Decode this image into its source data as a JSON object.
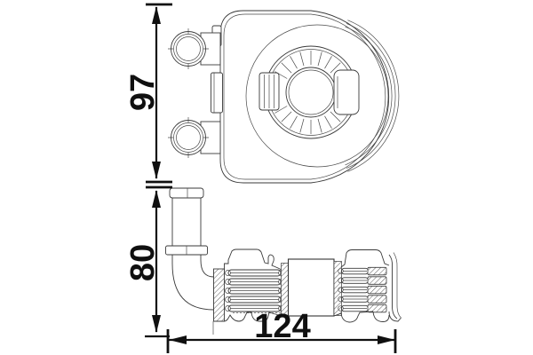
{
  "dimensions": {
    "top_view_height": "97",
    "side_view_height": "80",
    "side_view_width": "124"
  },
  "colors": {
    "line": "#3a3a3a",
    "dimension": "#101010",
    "background": "#ffffff"
  }
}
